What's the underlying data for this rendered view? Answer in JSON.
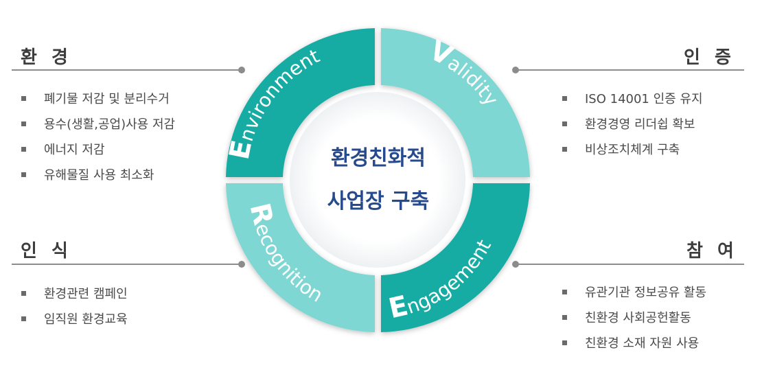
{
  "panels": {
    "environment": {
      "title": "환 경",
      "items": [
        "폐기물 저감 및 분리수거",
        "용수(생활,공업)사용 저감",
        "에너지 저감",
        "유해물질 사용 최소화"
      ]
    },
    "validity": {
      "title": "인 증",
      "items": [
        "ISO 14001 인증 유지",
        "환경경영 리더쉽 확보",
        "비상조치체계 구축"
      ]
    },
    "recognition": {
      "title": "인 식",
      "items": [
        "환경관련 캠페인",
        "임직원 환경교육"
      ]
    },
    "engagement": {
      "title": "참 여",
      "items": [
        "유관기관 정보공유 활동",
        "친환경 사회공헌활동",
        "친환경 소재 자원 사용"
      ]
    }
  },
  "center": {
    "line1": "환경친화적",
    "line2": "사업장 구축"
  },
  "ring": {
    "environment": {
      "initial": "E",
      "rest": "nvironment"
    },
    "validity": {
      "initial": "V",
      "rest": "alidity"
    },
    "recognition": {
      "initial": "R",
      "rest": "ecognition"
    },
    "engagement": {
      "initial": "E",
      "rest": "ngagement"
    }
  },
  "colors": {
    "dark_teal": "#17aca4",
    "light_teal": "#7fd7d3",
    "center_text": "#274a8c",
    "line": "#8c8c8c"
  }
}
